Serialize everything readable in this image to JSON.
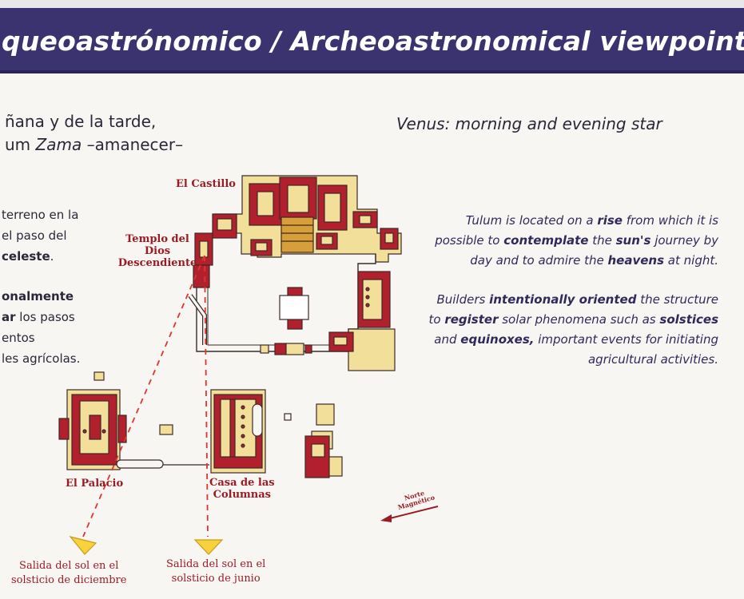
{
  "banner": {
    "title": "queoastrónomico / Archeoastronomical viewpoint"
  },
  "spanish": {
    "heading_line1": "ñana y de la tarde,",
    "heading_line2_pre": "um ",
    "heading_line2_em": "Zama",
    "heading_line2_post": " –amanecer–",
    "body": {
      "l1": "terreno en la",
      "l2": "el paso del",
      "l3": "celeste",
      "l3_tail": ".",
      "l4": "onalmente",
      "l5_bold": "ar",
      "l5_rest": " los pasos",
      "l6": "entos",
      "l7": "les agrícolas."
    }
  },
  "english": {
    "heading": "Venus: morning and evening star",
    "p1": {
      "a": "Tulum is located on a ",
      "b": "rise",
      "c": " from which it is possible to ",
      "d": "contemplate",
      "e": " the ",
      "f": "sun's",
      "g": " journey by day and to admire the ",
      "h": "heavens",
      "i": " at night."
    },
    "p2": {
      "a": "Builders ",
      "b": "intentionally oriented",
      "c": " the structure to ",
      "d": "register",
      "e": " solar phenomena such as ",
      "f": "solstices",
      "g": " and ",
      "h": "equinoxes,",
      "i": " important events for initiating agricultural activities."
    }
  },
  "map": {
    "labels": {
      "castillo": "El Castillo",
      "templo_1": "Templo del",
      "templo_2": "Dios",
      "templo_3": "Descendiente",
      "palacio": "El Palacio",
      "columnas_1": "Casa de las",
      "columnas_2": "Columnas",
      "north_1": "Norte",
      "north_2": "Magnético"
    },
    "captions": {
      "december_1": "Salida del sol en el",
      "december_2": "solsticio de diciembre",
      "june_1": "Salida del sol en el",
      "june_2": "solsticio de junio"
    },
    "colors": {
      "building_red": "#b21f2d",
      "building_cream": "#f2df9a",
      "sight_line": "#e0352c",
      "sun_arrow": "#f7d23a",
      "banner": "#3b3370"
    }
  }
}
